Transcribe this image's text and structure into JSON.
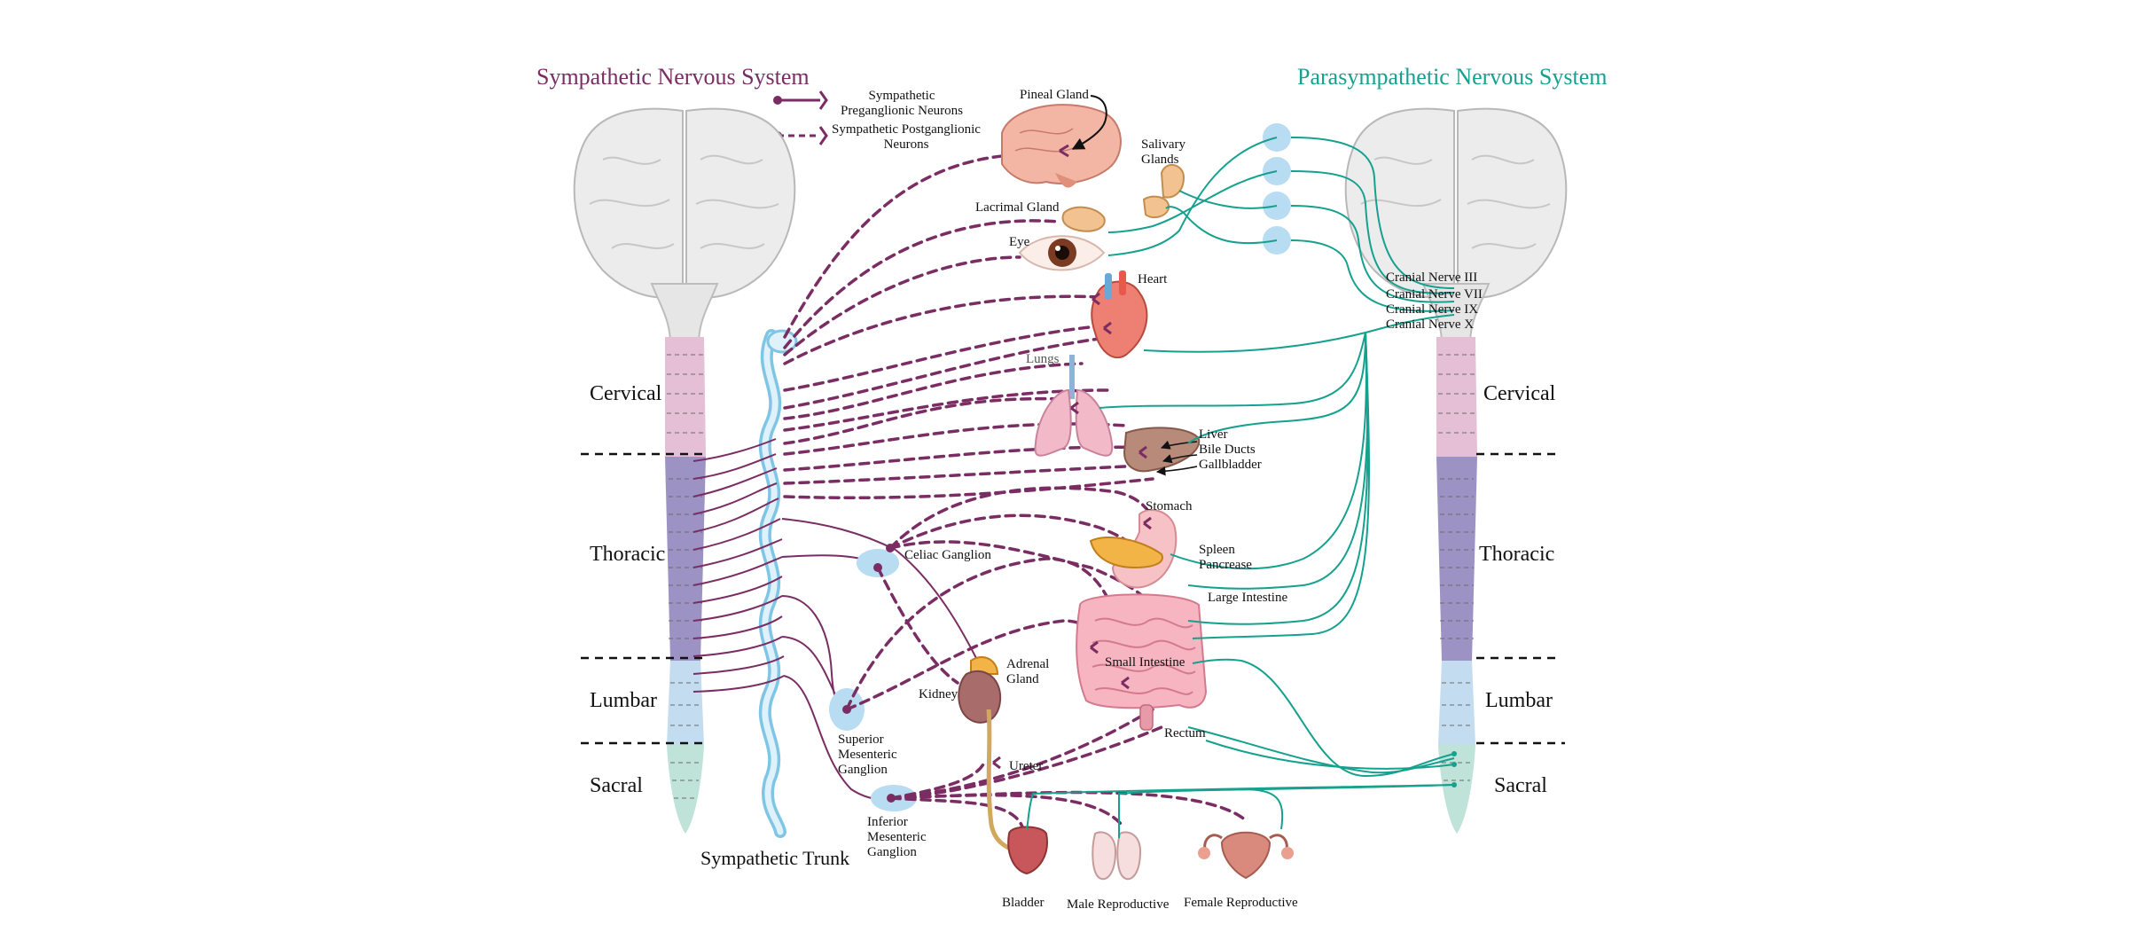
{
  "titles": {
    "sympathetic": "Sympathetic Nervous System",
    "parasympathetic": "Parasympathetic Nervous System"
  },
  "colors": {
    "sympathetic": "#7a2d63",
    "parasympathetic": "#16a08e",
    "ganglion": "#b8dcf2",
    "trunk": "#7fc5e6",
    "cervical": "#e4bfd6",
    "thoracic": "#9c93c4",
    "lumbar": "#c3dcef",
    "sacral": "#bfe3d9"
  },
  "legend": {
    "pre_line1": "Sympathetic",
    "pre_line2": "Preganglionic Neurons",
    "post_line1": "Sympathetic Postganglionic",
    "post_line2": "Neurons"
  },
  "regions": {
    "cervical": "Cervical",
    "thoracic": "Thoracic",
    "lumbar": "Lumbar",
    "sacral": "Sacral"
  },
  "trunk": "Sympathetic Trunk",
  "ganglia": {
    "celiac": "Celiac Ganglion",
    "superior_1": "Superior",
    "superior_2": "Mesenteric",
    "superior_3": "Ganglion",
    "inferior_1": "Inferior",
    "inferior_2": "Mesenteric",
    "inferior_3": "Ganglion"
  },
  "organs": {
    "pineal": "Pineal Gland",
    "salivary_1": "Salivary",
    "salivary_2": "Glands",
    "lacrimal": "Lacrimal Gland",
    "eye": "Eye",
    "heart": "Heart",
    "lungs": "Lungs",
    "liver": "Liver",
    "bile": "Bile Ducts",
    "gallbladder": "Gallbladder",
    "stomach": "Stomach",
    "spleen": "Spleen",
    "pancreas": "Pancrease",
    "large_intestine": "Large Intestine",
    "small_intestine": "Small Intestine",
    "adrenal_1": "Adrenal",
    "adrenal_2": "Gland",
    "kidney": "Kidney",
    "rectum": "Rectum",
    "ureter": "Ureter",
    "bladder": "Bladder",
    "male": "Male Reproductive",
    "female": "Female Reproductive"
  },
  "cranial_nerves": [
    "Cranial Nerve III",
    "Cranial Nerve VII",
    "Cranial Nerve IX",
    "Cranial Nerve X"
  ]
}
